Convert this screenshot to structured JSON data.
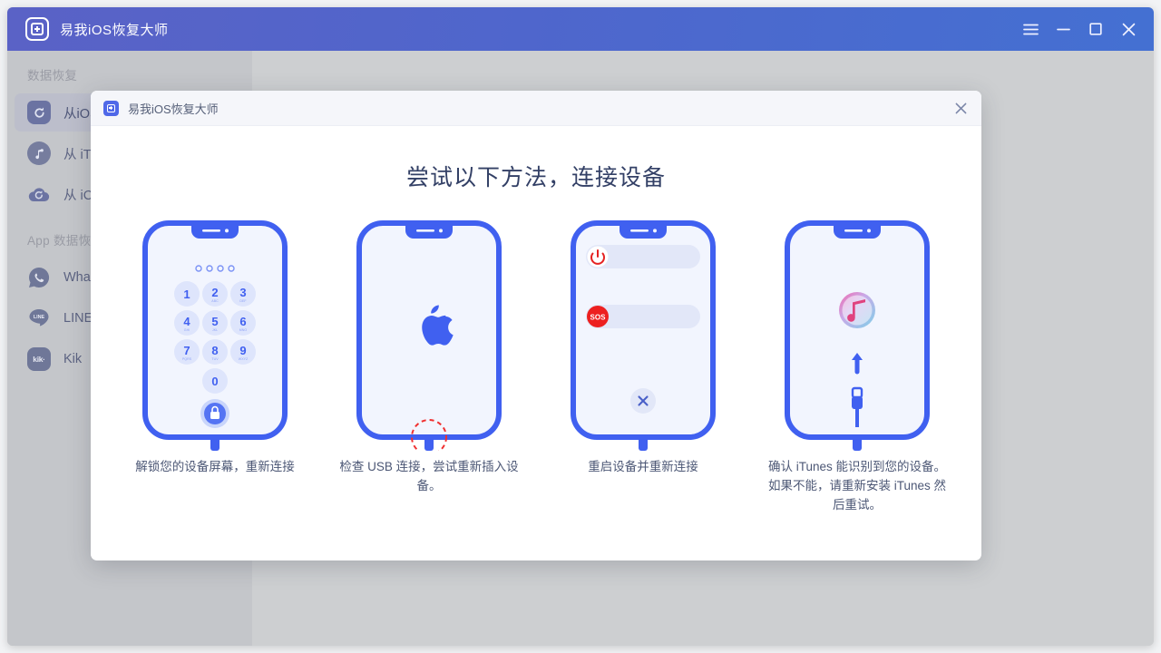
{
  "window": {
    "title": "易我iOS恢复大师",
    "app_icon": "plus-box-icon",
    "controls": [
      {
        "name": "menu",
        "icon": "hamburger-icon"
      },
      {
        "name": "minimize",
        "icon": "minimize-icon"
      },
      {
        "name": "maximize",
        "icon": "maximize-icon"
      },
      {
        "name": "close",
        "icon": "close-icon"
      }
    ]
  },
  "sidebar": {
    "groups": [
      {
        "label": "数据恢复",
        "items": [
          {
            "label": "从iOS设备恢复",
            "icon": "phone-restore-icon",
            "active": true
          },
          {
            "label": "从 iTunes 恢复",
            "icon": "itunes-note-icon",
            "active": false
          },
          {
            "label": "从 iCloud 恢复",
            "icon": "icloud-restore-icon",
            "active": false
          }
        ]
      },
      {
        "label": "App 数据恢复",
        "items": [
          {
            "label": "WhatsApp",
            "icon": "whatsapp-icon",
            "active": false
          },
          {
            "label": "LINE",
            "icon": "line-icon",
            "active": false
          },
          {
            "label": "Kik",
            "icon": "kik-icon",
            "active": false
          }
        ]
      }
    ]
  },
  "modal": {
    "header_title": "易我iOS恢复大师",
    "header_icon": "plus-box-icon",
    "close_icon": "close-icon",
    "title": "尝试以下方法，连接设备",
    "cards": [
      {
        "illustration": "phone-passcode-lockscreen",
        "caption": "解锁您的设备屏幕，重新连接",
        "keypad": {
          "dots": 4,
          "keys": [
            {
              "digit": "1",
              "letters": ""
            },
            {
              "digit": "2",
              "letters": "ABC"
            },
            {
              "digit": "3",
              "letters": "DEF"
            },
            {
              "digit": "4",
              "letters": "GHI"
            },
            {
              "digit": "5",
              "letters": "JKL"
            },
            {
              "digit": "6",
              "letters": "MNO"
            },
            {
              "digit": "7",
              "letters": "PQRS"
            },
            {
              "digit": "8",
              "letters": "TUV"
            },
            {
              "digit": "9",
              "letters": "WXYZ"
            },
            {
              "digit": "0",
              "letters": ""
            }
          ],
          "action_icon": "lock-icon"
        }
      },
      {
        "illustration": "phone-apple-logo-usb-highlight",
        "caption": "检查 USB 连接，尝试重新插入设备。",
        "screen_icon": "apple-logo-icon",
        "highlight": "red-dashed-circle"
      },
      {
        "illustration": "phone-power-off-slider",
        "caption": "重启设备并重新连接",
        "sliders": [
          {
            "icon": "power-icon",
            "label": ""
          },
          {
            "icon": "sos-icon",
            "label": "SOS"
          }
        ],
        "cancel_icon": "close-icon"
      },
      {
        "illustration": "phone-recovery-mode-itunes",
        "caption": "确认 iTunes 能识别到您的设备。如果不能，请重新安装 iTunes 然后重试。",
        "screen_icons": [
          "itunes-logo-icon",
          "up-arrow-icon",
          "lightning-cable-icon"
        ]
      }
    ]
  },
  "colors": {
    "titlebar_start": "#5a62c6",
    "titlebar_end": "#4470d2",
    "phone_blue": "#4060f0",
    "accent_red": "#f03030",
    "sidebar_bg": "#c4c6ca",
    "main_bg": "#cdcfd1",
    "modal_bg": "#ffffff"
  }
}
